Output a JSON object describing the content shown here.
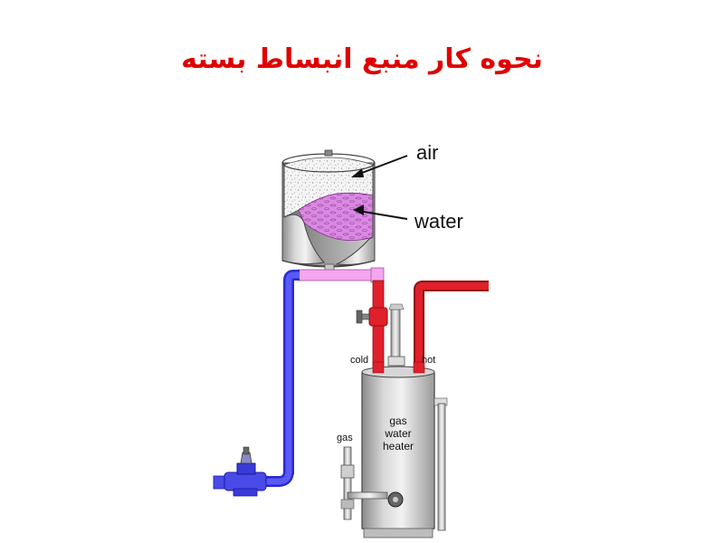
{
  "title": "نحوه کار منبع انبساط بسته",
  "labels": {
    "air": "air",
    "water": "water",
    "cold": "cold",
    "hot": "hot",
    "gas": "gas",
    "heater_line1": "gas",
    "heater_line2": "water",
    "heater_line3": "heater"
  },
  "colors": {
    "title": "#e00000",
    "cold_pipe": "#3a3af0",
    "hot_pipe": "#e0202a",
    "expansion_pipe": "#f4a6ee",
    "water": "#d98ae0",
    "tank_body": "#b8b8b8"
  }
}
